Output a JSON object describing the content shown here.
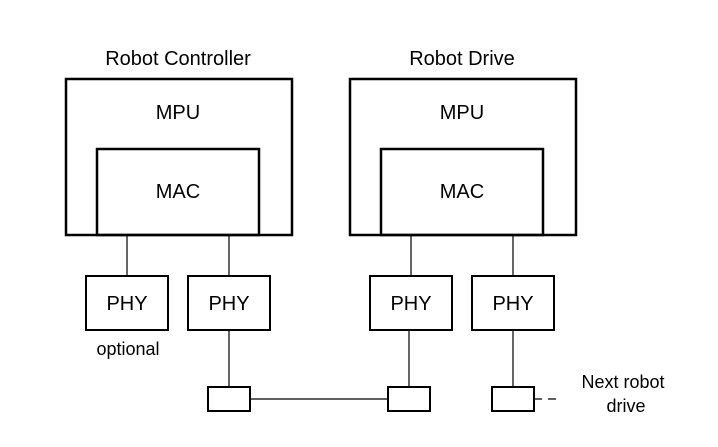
{
  "controller": {
    "title": "Robot Controller",
    "mpu_label": "MPU",
    "mac_label": "MAC",
    "phy_left_label": "PHY",
    "phy_left_note": "optional",
    "phy_right_label": "PHY"
  },
  "drive": {
    "title": "Robot Drive",
    "mpu_label": "MPU",
    "mac_label": "MAC",
    "phy_left_label": "PHY",
    "phy_right_label": "PHY"
  },
  "next_drive_label_line1": "Next robot",
  "next_drive_label_line2": "drive"
}
